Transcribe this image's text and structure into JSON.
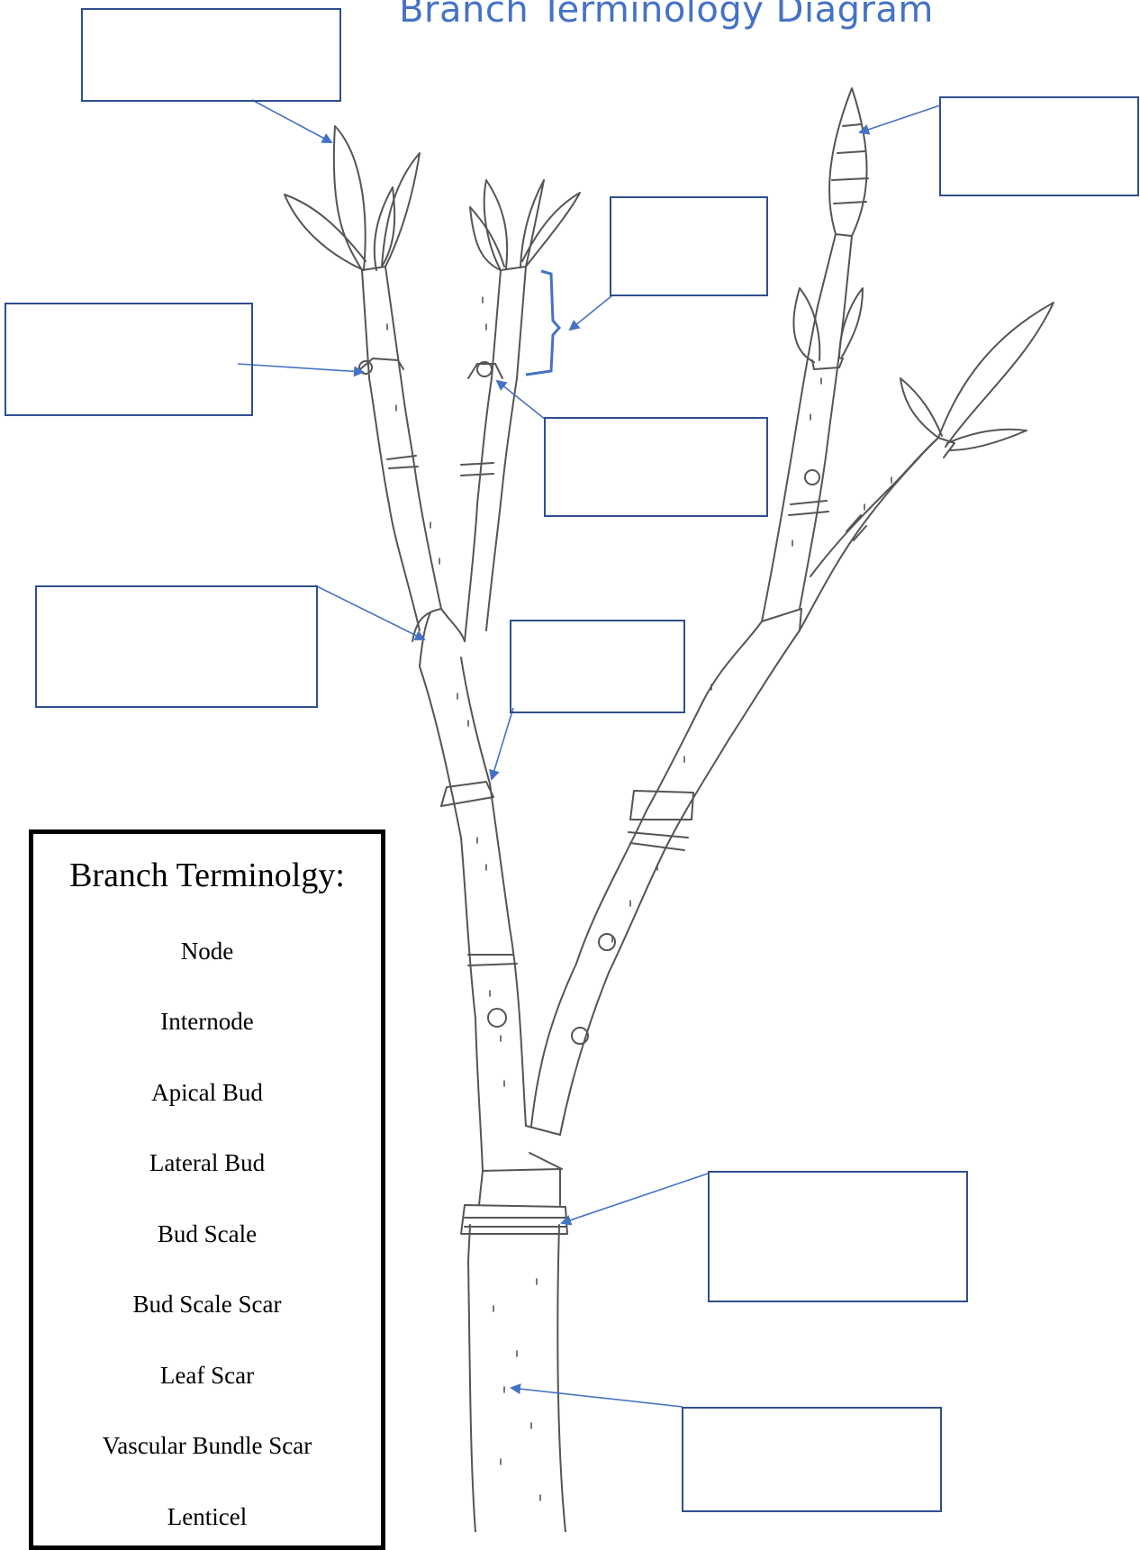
{
  "title": "Branch Terminology Diagram",
  "legend": {
    "title": "Branch Terminolgy:",
    "terms": [
      "Node",
      "Internode",
      "Apical Bud",
      "Lateral Bud",
      "Bud Scale",
      "Bud Scale Scar",
      "Leaf Scar",
      "Vascular Bundle Scar",
      "Lenticel"
    ]
  },
  "colors": {
    "accent": "#4472c4",
    "box_border": "#2f4f8f",
    "arrow": "#4472c4",
    "drawing": "#555555"
  }
}
